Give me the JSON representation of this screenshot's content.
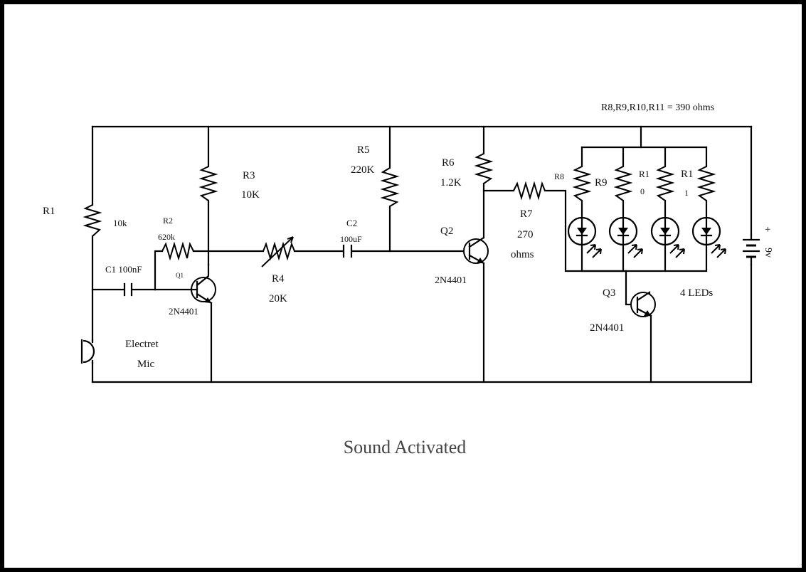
{
  "title": "Sound Activated",
  "note": "R8,R9,R10,R11 = 390 ohms",
  "components": {
    "r1": {
      "ref": "R1",
      "value": "10k"
    },
    "r2": {
      "ref": "R2",
      "value": "620k"
    },
    "r3": {
      "ref": "R3",
      "value": "10K"
    },
    "r4": {
      "ref": "R4",
      "value": "20K"
    },
    "r5": {
      "ref": "R5",
      "value": "220K"
    },
    "r6": {
      "ref": "R6",
      "value": "1.2K"
    },
    "r7": {
      "ref": "R7",
      "value_line1": "270",
      "value_line2": "ohms"
    },
    "r8": {
      "ref": "R8"
    },
    "r9": {
      "ref": "R9"
    },
    "r10": {
      "ref_line1": "R1",
      "ref_line2": "0"
    },
    "r11": {
      "ref_line1": "R1",
      "ref_line2": "1"
    },
    "c1": {
      "label": "C1 100nF"
    },
    "c2": {
      "ref": "C2",
      "value": "100uF"
    },
    "q1": {
      "ref": "Q1",
      "part": "2N4401"
    },
    "q2": {
      "ref": "Q2",
      "part": "2N4401"
    },
    "q3": {
      "ref": "Q3",
      "part": "2N4401"
    },
    "mic": {
      "line1": "Electret",
      "line2": "Mic"
    },
    "leds": {
      "label": "4 LEDs"
    },
    "battery": {
      "voltage": "9v",
      "polarity": "+"
    }
  }
}
